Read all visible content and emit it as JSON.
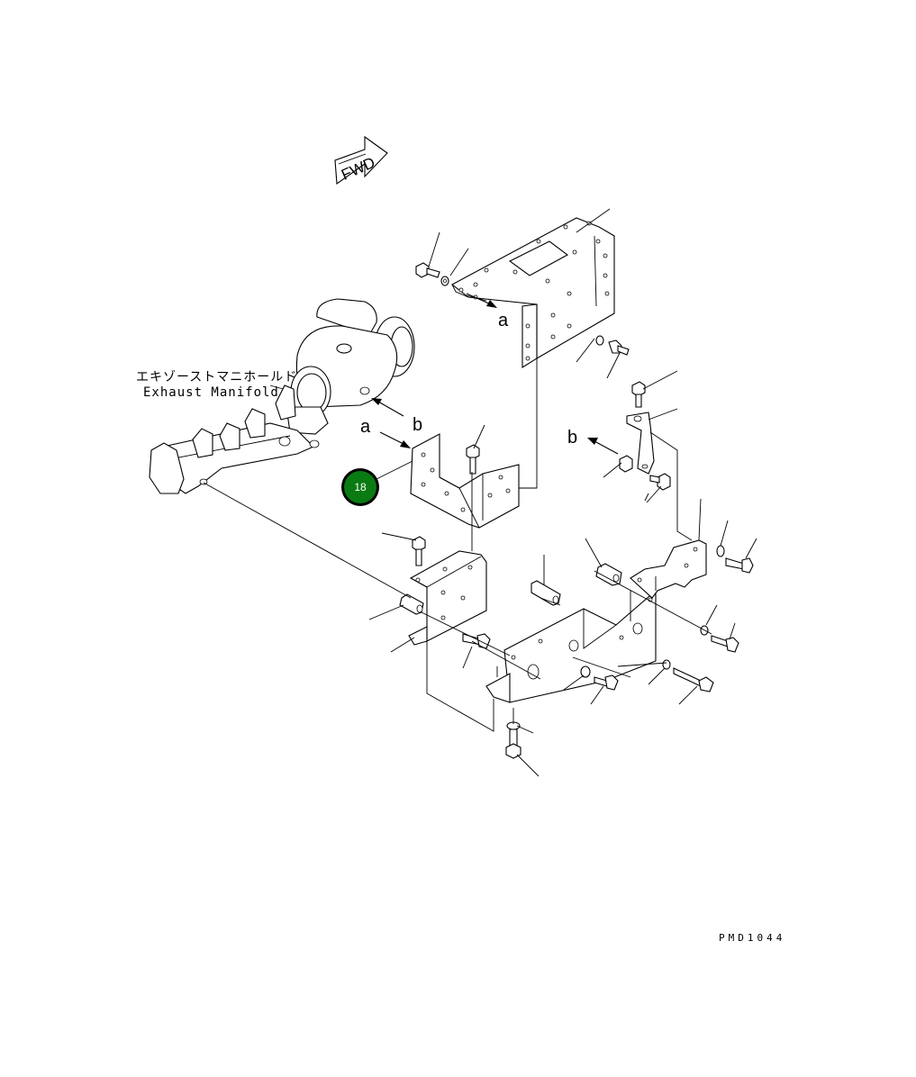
{
  "fwd_label": "FWD",
  "manifold_label_jp": "エキゾーストマニホールド",
  "manifold_label_en": "Exhaust Manifold",
  "view_markers": [
    "a",
    "b"
  ],
  "callout": {
    "number": "18",
    "color": "#0a7a12"
  },
  "drawing_code": "PMD1044"
}
